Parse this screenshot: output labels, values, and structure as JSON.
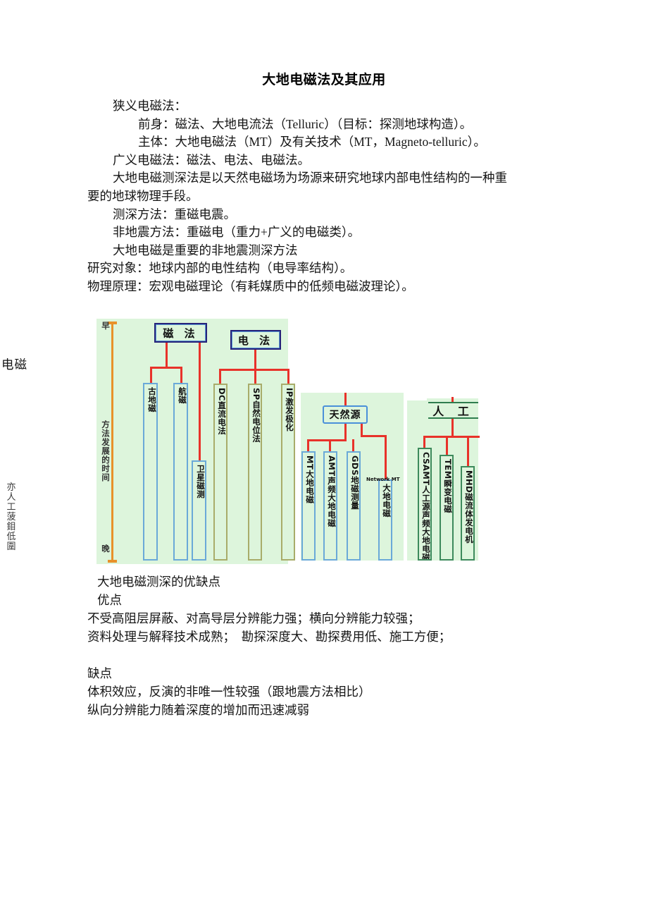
{
  "document": {
    "title": "大地电磁法及其应用",
    "intro_lines": [
      {
        "indent": 1,
        "text": "狭义电磁法："
      },
      {
        "indent": 2,
        "text": "前身：磁法、大地电流法（Telluric）（目标：探测地球构造）。"
      },
      {
        "indent": 2,
        "text": "主体：大地电磁法（MT）及有关技术（MT，Magneto-telluric）。"
      },
      {
        "indent": 1,
        "text": "广义电磁法：磁法、电法、电磁法。"
      },
      {
        "indent": 1,
        "text": "大地电磁测深法是以天然电磁场为场源来研究地球内部电性结构的一种重"
      },
      {
        "indent": 0,
        "text": "要的地球物理手段。"
      },
      {
        "indent": 1,
        "text": "测深方法：重磁电震。"
      },
      {
        "indent": 1,
        "text": "非地震方法：重磁电（重力+广义的电磁类）。"
      },
      {
        "indent": 1,
        "text": "大地电磁是重要的非地震测深方法"
      },
      {
        "indent": 0,
        "text": "研究对象：地球内部的电性结构（电导率结构）。"
      },
      {
        "indent": 0,
        "text": "物理原理：宏观电磁理论（有耗媒质中的低频电磁波理论）。"
      }
    ],
    "margin": {
      "word": "电磁",
      "vertical_fragment": "亦人工菠鉬低圍"
    },
    "notes": [
      {
        "indent": true,
        "text": "大地电磁测深的优缺点"
      },
      {
        "indent": true,
        "text": "优点"
      },
      {
        "indent": false,
        "text": "不受高阻层屏蔽、对高导层分辨能力强；横向分辨能力较强；"
      },
      {
        "indent": false,
        "text": "资料处理与解释技术成熟；  勘探深度大、勘探费用低、施工方便；"
      },
      {
        "indent": false,
        "text": ""
      },
      {
        "indent": false,
        "text": "缺点"
      },
      {
        "indent": false,
        "text": "体积效应，反演的非唯一性较强（跟地震方法相比）"
      },
      {
        "indent": false,
        "text": "纵向分辨能力随着深度的增加而迅速减弱"
      }
    ]
  },
  "diagram": {
    "axis": {
      "label": "方法发展的时间",
      "top_marker": "早",
      "bottom_marker": "晚",
      "color": "#e8912a"
    },
    "colors": {
      "panel_bg": "#ddf5dc",
      "connector": "#e8322a",
      "navy_border": "#27237a",
      "blue_border": "#6aa9d8",
      "olive_border": "#a8ac6a",
      "green_border": "#3d8a5c"
    },
    "groups": [
      {
        "header": "磁 法",
        "children": [
          {
            "tag": "",
            "label": "古地磁"
          },
          {
            "tag": "",
            "label": "航磁"
          },
          {
            "tag": "",
            "label": "卫星磁测"
          }
        ]
      },
      {
        "header": "电 法",
        "children": [
          {
            "tag": "DC",
            "label": "直流电法"
          },
          {
            "tag": "SP",
            "label": "自然电位法"
          },
          {
            "tag": "IP",
            "label": "激发极化"
          }
        ]
      },
      {
        "header": "天然源",
        "children": [
          {
            "tag": "MT",
            "label": "大地电磁"
          },
          {
            "tag": "AMT",
            "label": "声频大地电磁"
          },
          {
            "tag": "GDS",
            "label": "地磁测量"
          },
          {
            "tag": "Network MT",
            "label": "大地电磁"
          }
        ]
      },
      {
        "header": "人 工",
        "children": [
          {
            "tag": "CSAMT",
            "label": "人工源声频大地电磁"
          },
          {
            "tag": "TEM",
            "label": "瞬变电磁"
          },
          {
            "tag": "MHD",
            "label": "磁流体发电机"
          }
        ]
      }
    ]
  }
}
